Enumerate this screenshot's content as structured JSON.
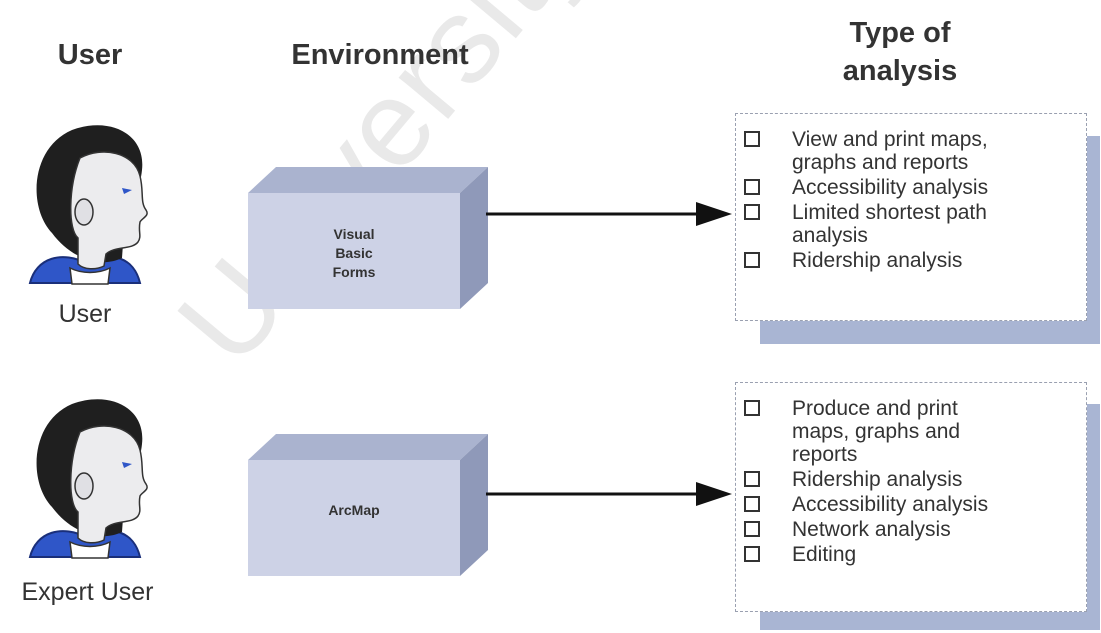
{
  "headers": {
    "user": "User",
    "environment": "Environment",
    "analysis_line1": "Type of",
    "analysis_line2": "analysis"
  },
  "watermark": "University of Cape Town",
  "rows": [
    {
      "person_label": "User",
      "environment": [
        "Visual",
        "Basic",
        "Forms"
      ],
      "items": [
        [
          "View and print maps,",
          "graphs and reports"
        ],
        [
          "Accessibility analysis"
        ],
        [
          "Limited shortest path",
          "analysis"
        ],
        [
          "Ridership analysis"
        ]
      ]
    },
    {
      "person_label": "Expert User",
      "environment": [
        "ArcMap"
      ],
      "items": [
        [
          "Produce and print",
          "maps, graphs and",
          "reports"
        ],
        [
          "Ridership analysis"
        ],
        [
          "Accessibility analysis"
        ],
        [
          "Network analysis"
        ],
        [
          "Editing"
        ]
      ]
    }
  ],
  "colors": {
    "hair": "#1f1f1f",
    "face": "#ececee",
    "collar": "#2f56c8",
    "box_front": "#cdd2e6",
    "box_top": "#aab3cf",
    "box_side": "#8f99b9",
    "panel_shadow": "#a9b5d3"
  }
}
